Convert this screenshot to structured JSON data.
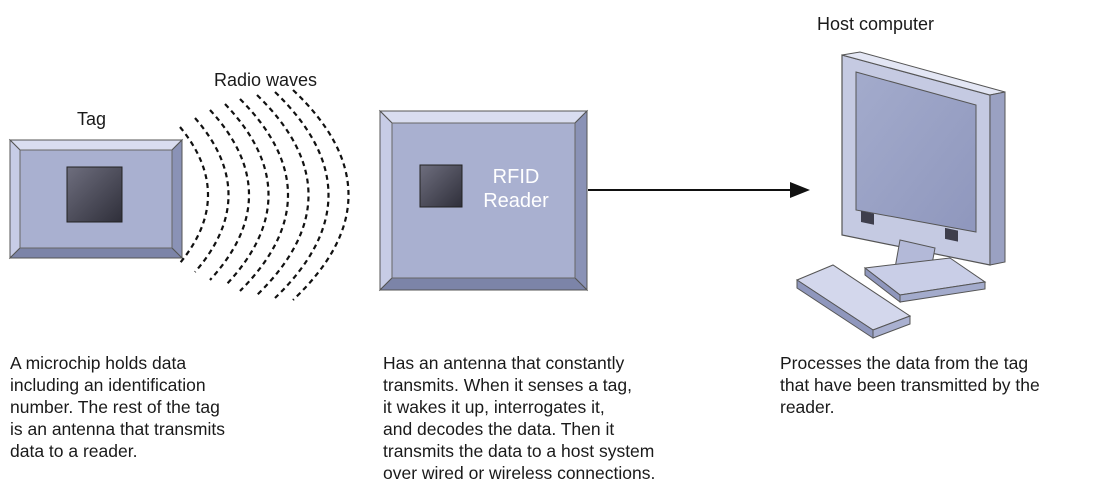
{
  "labels": {
    "tag": "Tag",
    "radio_waves": "Radio waves",
    "host_computer": "Host computer",
    "reader_line1": "RFID",
    "reader_line2": "Reader"
  },
  "descriptions": {
    "tag": "A microchip holds data\nincluding an identification\nnumber. The rest of the tag\nis an antenna that transmits\ndata to a reader.",
    "reader": "Has an antenna that constantly\ntransmits. When it senses a tag,\nit wakes it up, interrogates it,\nand decodes the data. Then it\ntransmits the data to a host system\nover wired or wireless connections.",
    "host": "Processes the data from the tag\nthat have been transmitted by the\nreader."
  },
  "colors": {
    "panel_face": "#a9b0d0",
    "panel_bevel_light": "#d9ddf0",
    "panel_bevel_dark": "#7c84a8",
    "chip": "#4a4a58"
  }
}
